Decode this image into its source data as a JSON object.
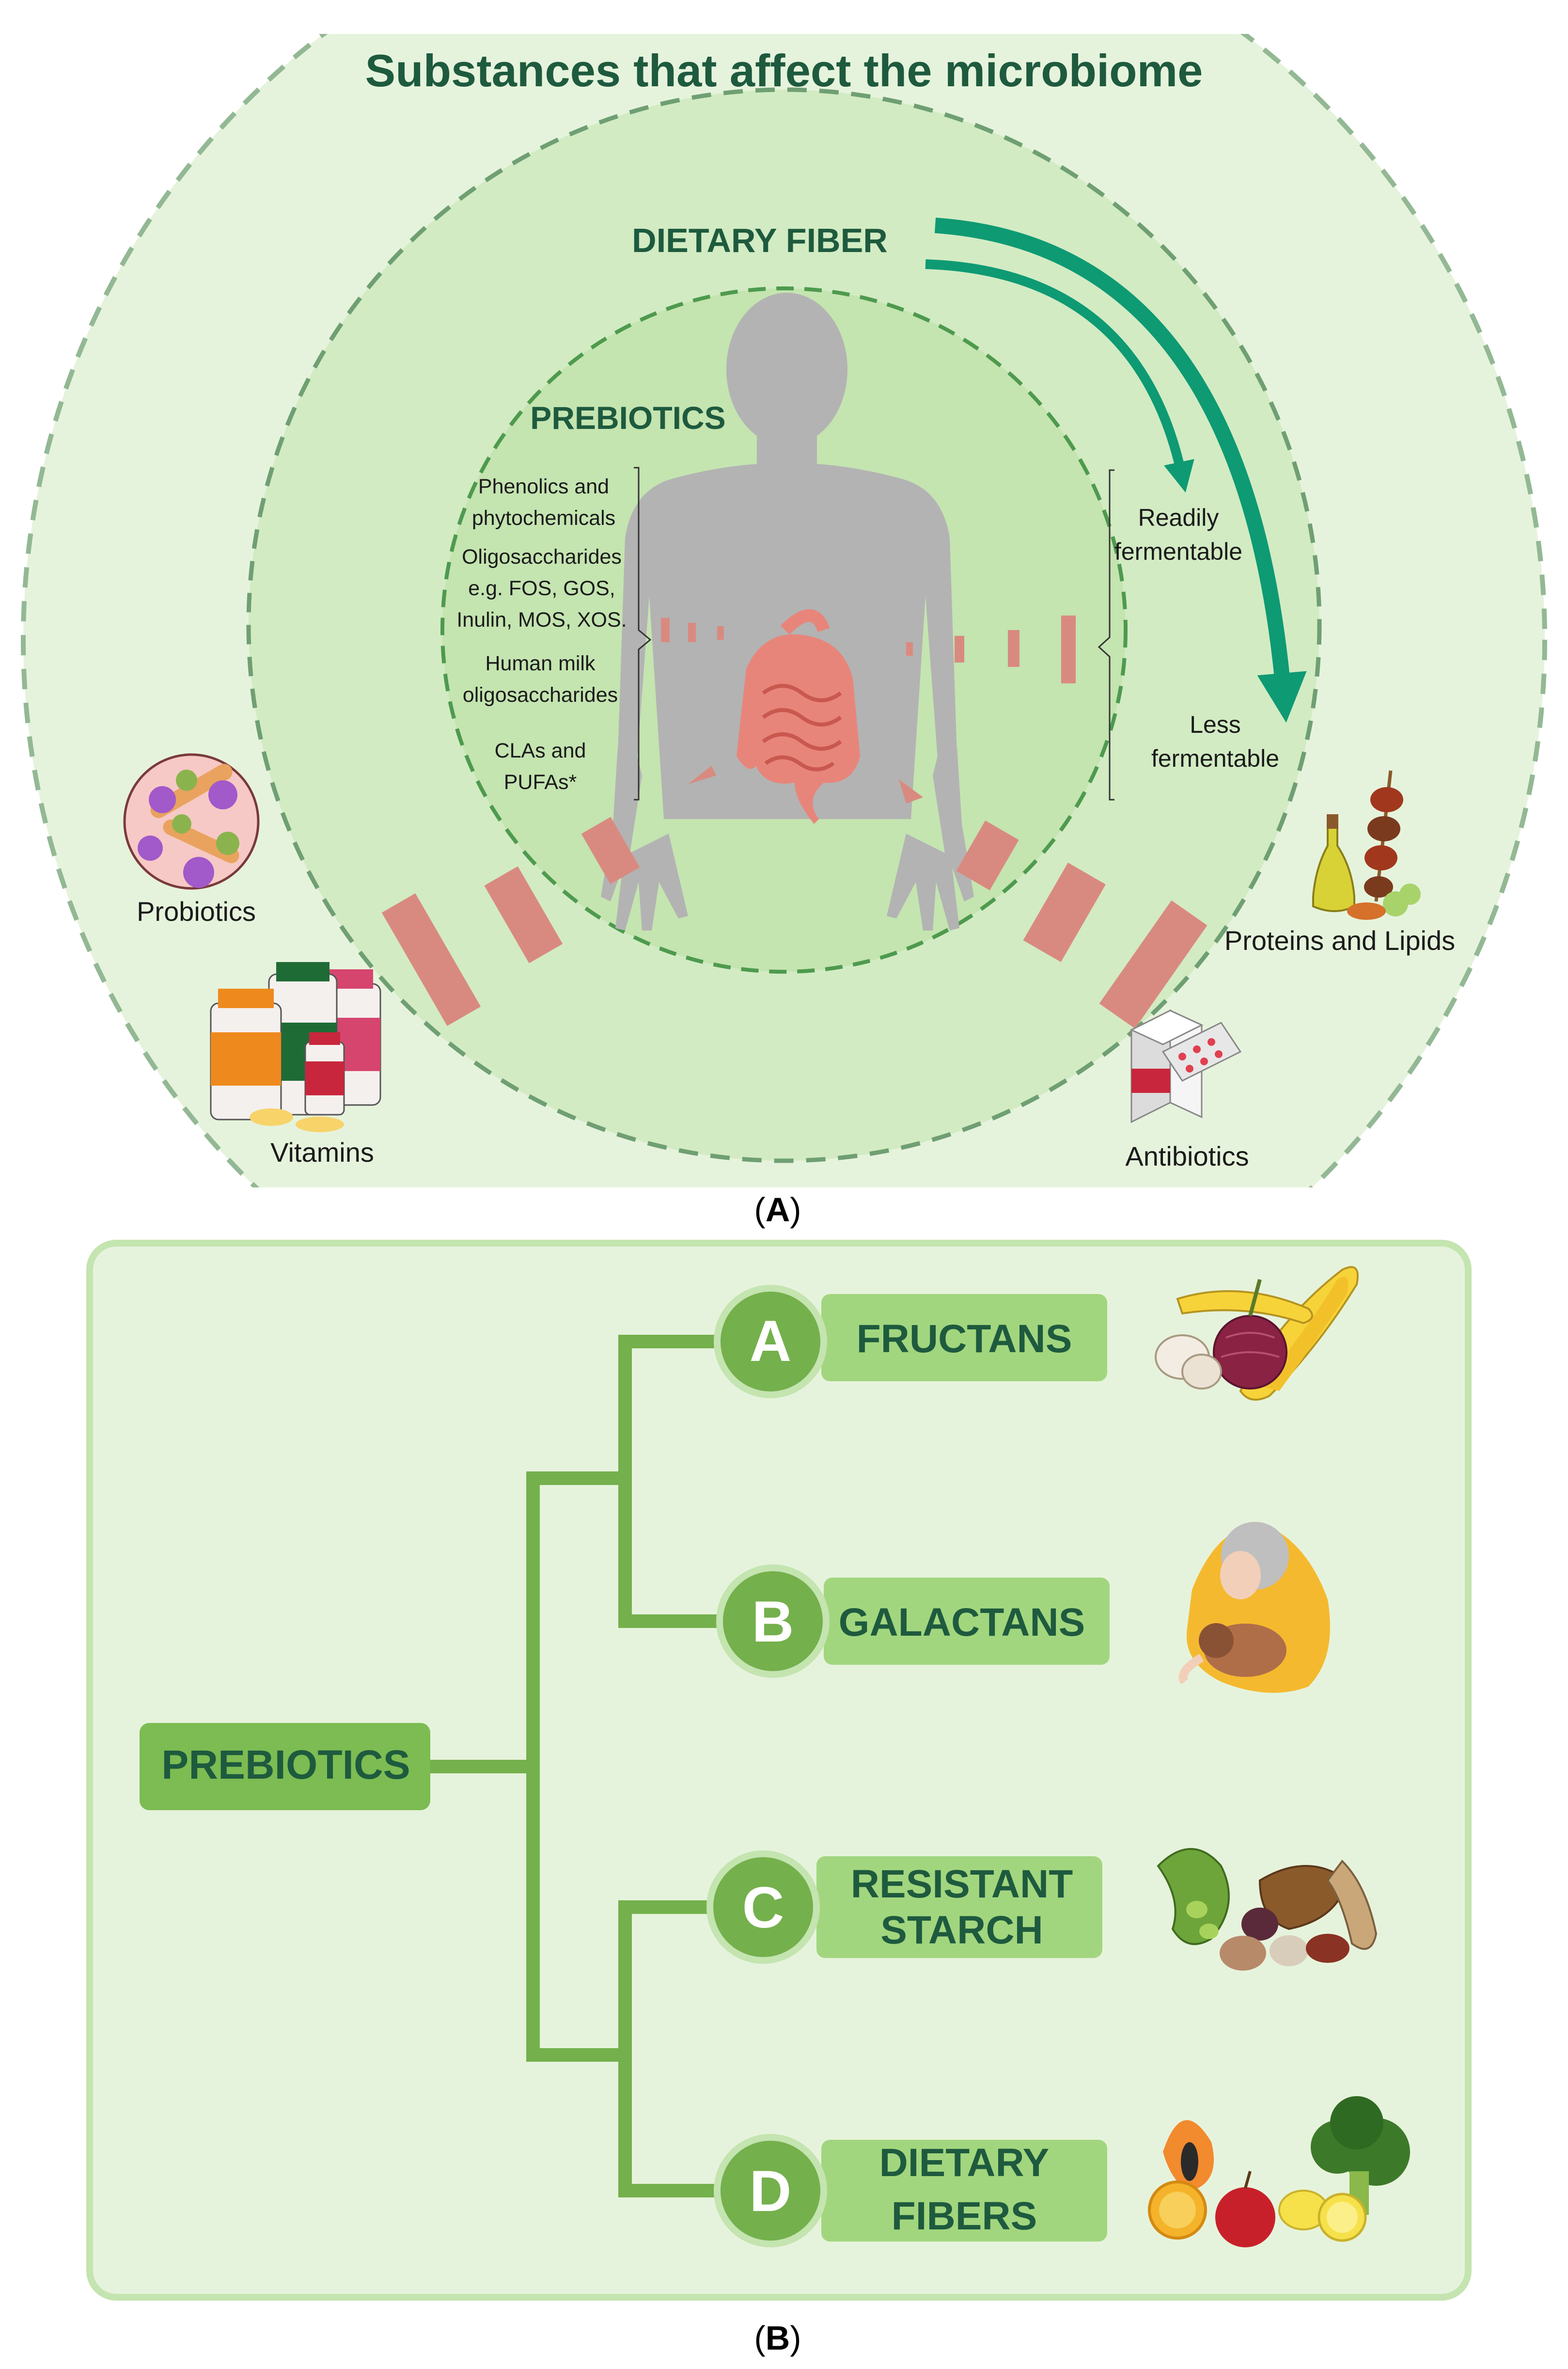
{
  "panel_a": {
    "title": "Substances that affect the microbiome",
    "dietary_fiber_label": "DIETARY FIBER",
    "prebiotics_label": "PREBIOTICS",
    "prebiotic_items": [
      [
        "Phenolics and",
        "phytochemicals"
      ],
      [
        "Oligosaccharides",
        "e.g. FOS, GOS,",
        "Inulin, MOS, XOS."
      ],
      [
        "Human milk",
        "oligosaccharides"
      ],
      [
        "CLAs and",
        "PUFAs*"
      ]
    ],
    "fermentability": {
      "readily": [
        "Readily",
        "fermentable"
      ],
      "less": [
        "Less",
        "fermentable"
      ]
    },
    "outer_items": {
      "probiotics": "Probiotics",
      "vitamins": "Vitamins",
      "proteins_lipids": "Proteins and Lipids",
      "antibiotics": "Antibiotics"
    },
    "caption_open": "(",
    "caption_letter": "A",
    "caption_close": ")"
  },
  "panel_b": {
    "root_label": "PREBIOTICS",
    "branches": [
      {
        "letter": "A",
        "lines": [
          "FRUCTANS"
        ]
      },
      {
        "letter": "B",
        "lines": [
          "GALACTANS"
        ]
      },
      {
        "letter": "C",
        "lines": [
          "RESISTANT",
          "STARCH"
        ]
      },
      {
        "letter": "D",
        "lines": [
          "DIETARY",
          "FIBERS"
        ]
      }
    ],
    "caption_open": "(",
    "caption_letter": "B",
    "caption_close": ")"
  },
  "colors": {
    "dark_green": "#1e5a3e",
    "teal_arrow": "#0e9a73",
    "outer_circle": "#e6f3dc",
    "mid_circle": "#d2ebc3",
    "inner_circle": "#c4e4b0",
    "panel_b_bg": "#e6f3dc",
    "branch_green": "#74b04c",
    "label_box": "#a2d67e",
    "root_box": "#7cbc52",
    "body_gray": "#b3b3b3",
    "blocker_red": "#d98a80"
  }
}
